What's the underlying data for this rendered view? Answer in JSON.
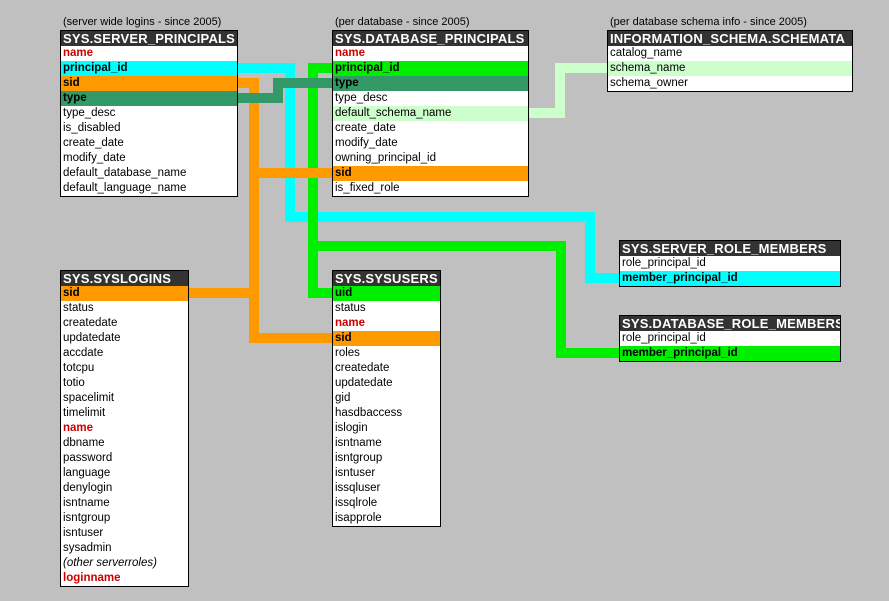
{
  "captions": {
    "server_principals": "(server wide logins - since 2005)",
    "database_principals": "(per database - since 2005)",
    "schemata": "(per database schema info - since 2005)"
  },
  "colors": {
    "cyan": "#00ffff",
    "orange": "#ff9900",
    "green": "#00ee00",
    "teal": "#339966",
    "pale_green": "#ccffcc",
    "key_red": "#cc0000",
    "header_bg": "#333333",
    "canvas": "#c0c0c0"
  },
  "tables": {
    "server_principals": {
      "title": "SYS.SERVER_PRINCIPALS",
      "rows": [
        {
          "name": "name",
          "key": true
        },
        {
          "name": "principal_id",
          "bold": true,
          "hl": "cyan"
        },
        {
          "name": "sid",
          "bold": true,
          "hl": "orange"
        },
        {
          "name": "type",
          "bold": true,
          "hl": "teal"
        },
        {
          "name": "type_desc"
        },
        {
          "name": "is_disabled"
        },
        {
          "name": "create_date"
        },
        {
          "name": "modify_date"
        },
        {
          "name": "default_database_name"
        },
        {
          "name": "default_language_name"
        }
      ]
    },
    "database_principals": {
      "title": "SYS.DATABASE_PRINCIPALS",
      "rows": [
        {
          "name": "name",
          "key": true
        },
        {
          "name": "principal_id",
          "bold": true,
          "hl": "green"
        },
        {
          "name": "type",
          "bold": true,
          "hl": "teal"
        },
        {
          "name": "type_desc"
        },
        {
          "name": "default_schema_name",
          "hl": "pale_green"
        },
        {
          "name": "create_date"
        },
        {
          "name": "modify_date"
        },
        {
          "name": "owning_principal_id"
        },
        {
          "name": "sid",
          "bold": true,
          "hl": "orange"
        },
        {
          "name": "is_fixed_role"
        }
      ]
    },
    "schemata": {
      "title": "INFORMATION_SCHEMA.SCHEMATA",
      "rows": [
        {
          "name": "catalog_name"
        },
        {
          "name": "schema_name",
          "hl": "pale_green"
        },
        {
          "name": "schema_owner"
        }
      ]
    },
    "server_role_members": {
      "title": "SYS.SERVER_ROLE_MEMBERS",
      "rows": [
        {
          "name": "role_principal_id"
        },
        {
          "name": "member_principal_id",
          "bold": true,
          "hl": "cyan"
        }
      ]
    },
    "database_role_members": {
      "title": "SYS.DATABASE_ROLE_MEMBERS",
      "rows": [
        {
          "name": "role_principal_id"
        },
        {
          "name": "member_principal_id",
          "bold": true,
          "hl": "green"
        }
      ]
    },
    "syslogins": {
      "title": "SYS.SYSLOGINS",
      "rows": [
        {
          "name": "sid",
          "bold": true,
          "hl": "orange"
        },
        {
          "name": "status"
        },
        {
          "name": "createdate"
        },
        {
          "name": "updatedate"
        },
        {
          "name": "accdate"
        },
        {
          "name": "totcpu"
        },
        {
          "name": "totio"
        },
        {
          "name": "spacelimit"
        },
        {
          "name": "timelimit"
        },
        {
          "name": "name",
          "key": true
        },
        {
          "name": "dbname"
        },
        {
          "name": "password"
        },
        {
          "name": "language"
        },
        {
          "name": "denylogin"
        },
        {
          "name": "isntname"
        },
        {
          "name": "isntgroup"
        },
        {
          "name": "isntuser"
        },
        {
          "name": "sysadmin"
        },
        {
          "name": "(other serverroles)",
          "italic": true
        },
        {
          "name": "loginname",
          "key": true
        }
      ]
    },
    "sysusers": {
      "title": "SYS.SYSUSERS",
      "rows": [
        {
          "name": "uid",
          "bold": true,
          "hl": "green"
        },
        {
          "name": "status"
        },
        {
          "name": "name",
          "key": true
        },
        {
          "name": "sid",
          "bold": true,
          "hl": "orange"
        },
        {
          "name": "roles"
        },
        {
          "name": "createdate"
        },
        {
          "name": "updatedate"
        },
        {
          "name": "gid"
        },
        {
          "name": "hasdbaccess"
        },
        {
          "name": "islogin"
        },
        {
          "name": "isntname"
        },
        {
          "name": "isntgroup"
        },
        {
          "name": "isntuser"
        },
        {
          "name": "issqluser"
        },
        {
          "name": "issqlrole"
        },
        {
          "name": "isapprole"
        }
      ]
    }
  },
  "relationships": [
    {
      "from": "server_principals.principal_id",
      "to": "server_role_members.member_principal_id",
      "color": "cyan"
    },
    {
      "from": "database_principals.principal_id",
      "to": "database_role_members.member_principal_id",
      "color": "green"
    },
    {
      "from": "database_principals.principal_id",
      "to": "sysusers.uid",
      "color": "green"
    },
    {
      "from": "server_principals.sid",
      "to": "database_principals.sid",
      "color": "orange"
    },
    {
      "from": "server_principals.sid",
      "to": "sysusers.sid",
      "color": "orange"
    },
    {
      "from": "server_principals.sid",
      "to": "syslogins.sid",
      "color": "orange"
    },
    {
      "from": "server_principals.type",
      "to": "database_principals.type",
      "color": "teal"
    },
    {
      "from": "database_principals.default_schema_name",
      "to": "schemata.schema_name",
      "color": "pale_green"
    }
  ]
}
